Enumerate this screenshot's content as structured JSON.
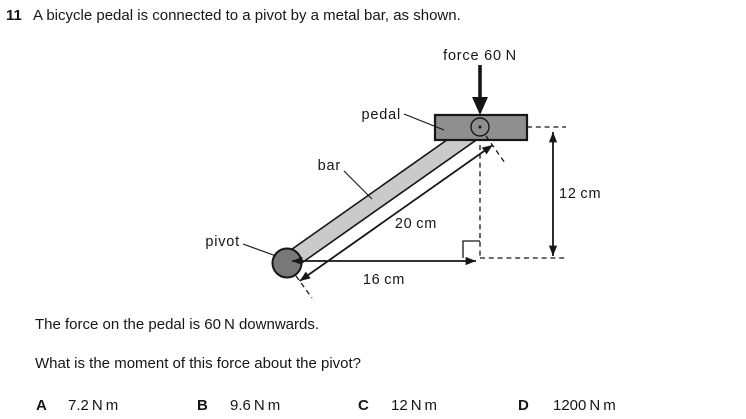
{
  "question": {
    "number": "11",
    "text": "A bicycle pedal is connected to a pivot by a metal bar, as shown."
  },
  "diagram": {
    "force_label": "force 60 N",
    "pedal_label": "pedal",
    "bar_label": "bar",
    "pivot_label": "pivot",
    "dims": {
      "bar": "20 cm",
      "horizontal": "16 cm",
      "vertical": "12 cm"
    },
    "colors": {
      "pedal": "#8f8f8f",
      "bar": "#cacaca",
      "pivot": "#787878",
      "line": "#161616"
    }
  },
  "statement": "The force on the pedal is 60 N downwards.",
  "prompt": "What is the moment of this force about the pivot?",
  "options": [
    {
      "letter": "A",
      "value": "7.2 N m"
    },
    {
      "letter": "B",
      "value": "9.6 N m"
    },
    {
      "letter": "C",
      "value": "12 N m"
    },
    {
      "letter": "D",
      "value": "1200 N m"
    }
  ]
}
